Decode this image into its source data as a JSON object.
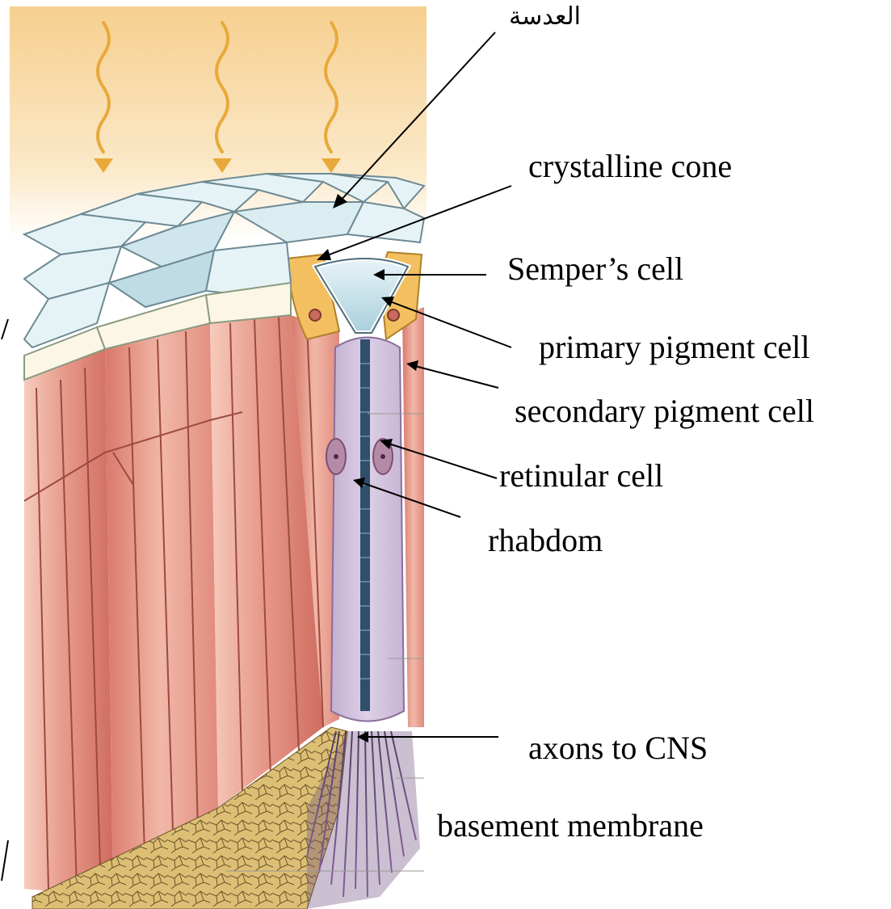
{
  "diagram": {
    "labels": {
      "lens": "العدسة",
      "crystalline_cone": "crystalline cone",
      "sempers_cell": "Semper’s cell",
      "primary_pigment_cell": "primary pigment cell",
      "secondary_pigment_cell": "secondary pigment cell",
      "retinular_cell": "retinular cell",
      "rhabdom": "rhabdom",
      "axons": "axons to CNS",
      "basement_membrane": "basement membrane"
    },
    "colors": {
      "light_glow": "#f7d9a0",
      "light_arrow": "#e8a93a",
      "facet": "#dff0f4",
      "pigment_red": "#e38b7e",
      "pigment_light": "#f4c4b6",
      "sempers_yellow": "#f2c060",
      "cone_blue": "#b9d9e4",
      "retinula_lilac": "#d3c3dd",
      "rhabdom_blue": "#2f4f6a",
      "basement_tan": "#d8b86a",
      "axon_purple": "#6a4a7a"
    }
  }
}
